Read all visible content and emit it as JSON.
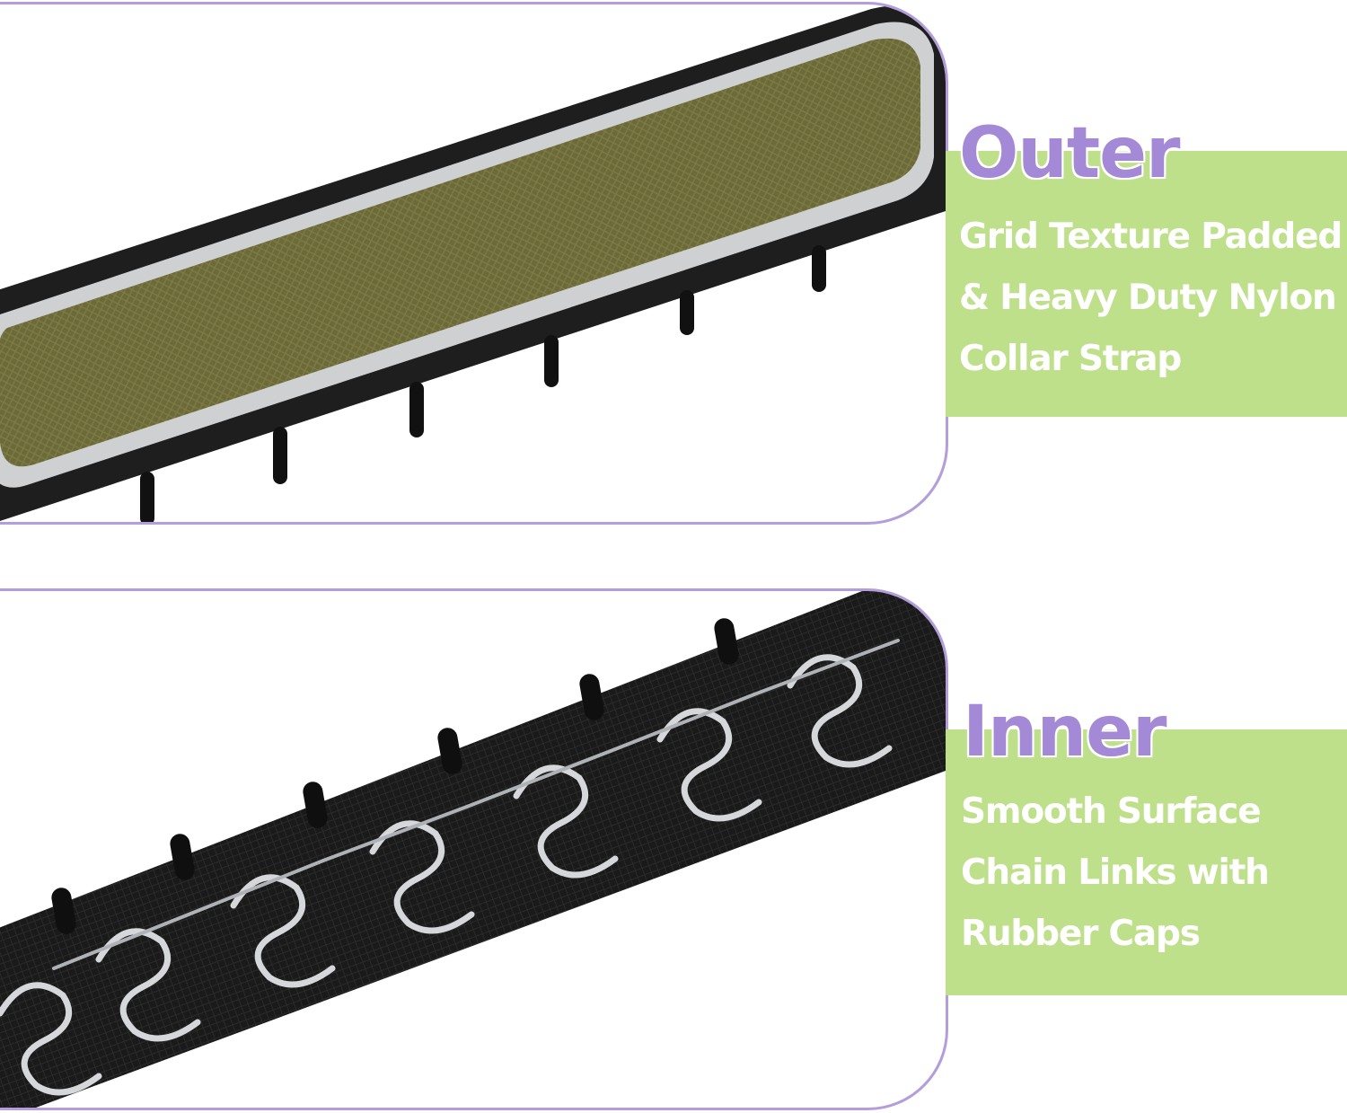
{
  "colors": {
    "accent_purple": "#a48ad6",
    "panel_border": "#b39ddb",
    "band_green": "#bfe08b",
    "strap_olive": "#6e6c3a",
    "strap_black": "#1c1c1c"
  },
  "outer": {
    "heading": "Outer",
    "lines": [
      "Grid Texture Padded",
      "& Heavy Duty Nylon",
      "Collar Strap"
    ]
  },
  "inner": {
    "heading": "Inner",
    "lines": [
      "Smooth Surface",
      "Chain Links with",
      "Rubber Caps"
    ]
  }
}
